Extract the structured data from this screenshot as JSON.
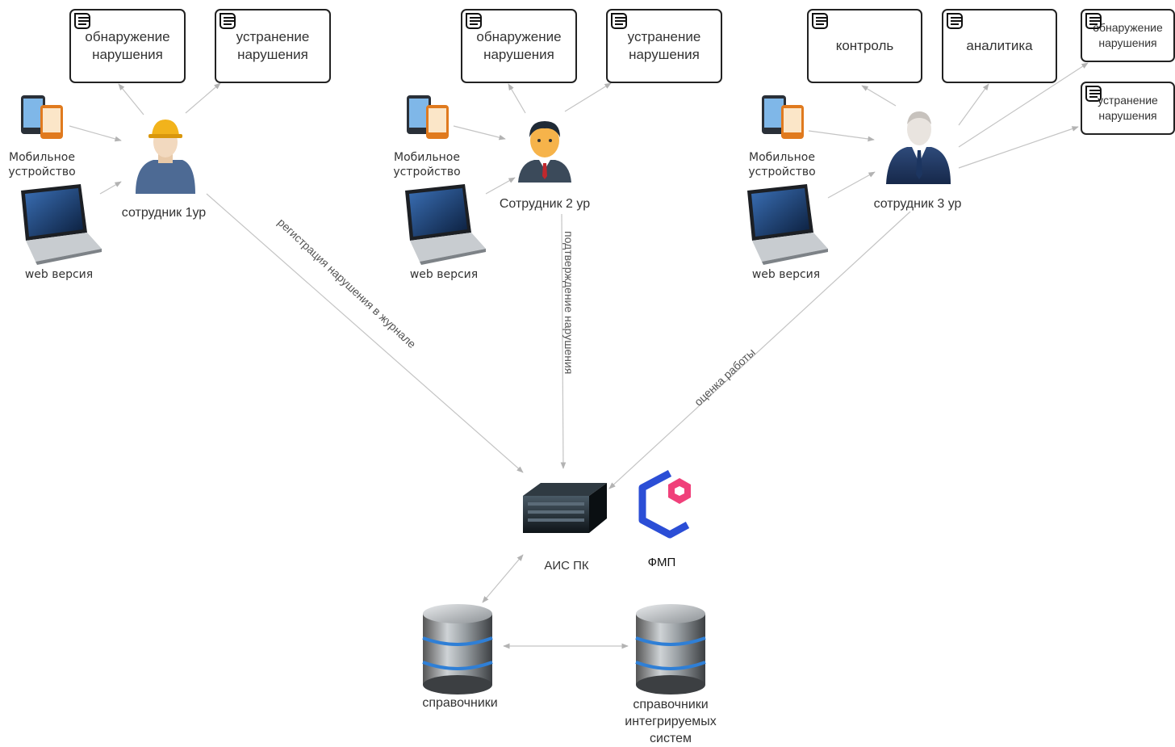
{
  "boxes": {
    "e1_detect": "обнаружение нарушения",
    "e1_fix": "устранение нарушения",
    "e2_detect": "обнаружение нарушения",
    "e2_fix": "устранение нарушения",
    "e3_control": "контроль",
    "e3_analytics": "аналитика",
    "e3_detect": "обнаружение нарушения",
    "e3_fix": "устранение нарушения"
  },
  "devices": {
    "mobile": "Мобильное устройство",
    "web": "web версия"
  },
  "employees": {
    "e1": "сотрудник 1ур",
    "e2": "Сотрудник 2 ур",
    "e3": "сотрудник 3 ур"
  },
  "edges": {
    "register": "регистрация нарушения в журнале",
    "confirm": "подтверждение нарушения",
    "evaluate": "оценка работы"
  },
  "system": {
    "server": "АИС ПК",
    "fmp": "ФМП",
    "db_ref": "справочники",
    "db_integr": "справочники интегрируемых систем"
  },
  "colors": {
    "fmp_blue": "#2b4ed6",
    "fmp_pink": "#f0407a",
    "connector": "#b0b0b0"
  }
}
